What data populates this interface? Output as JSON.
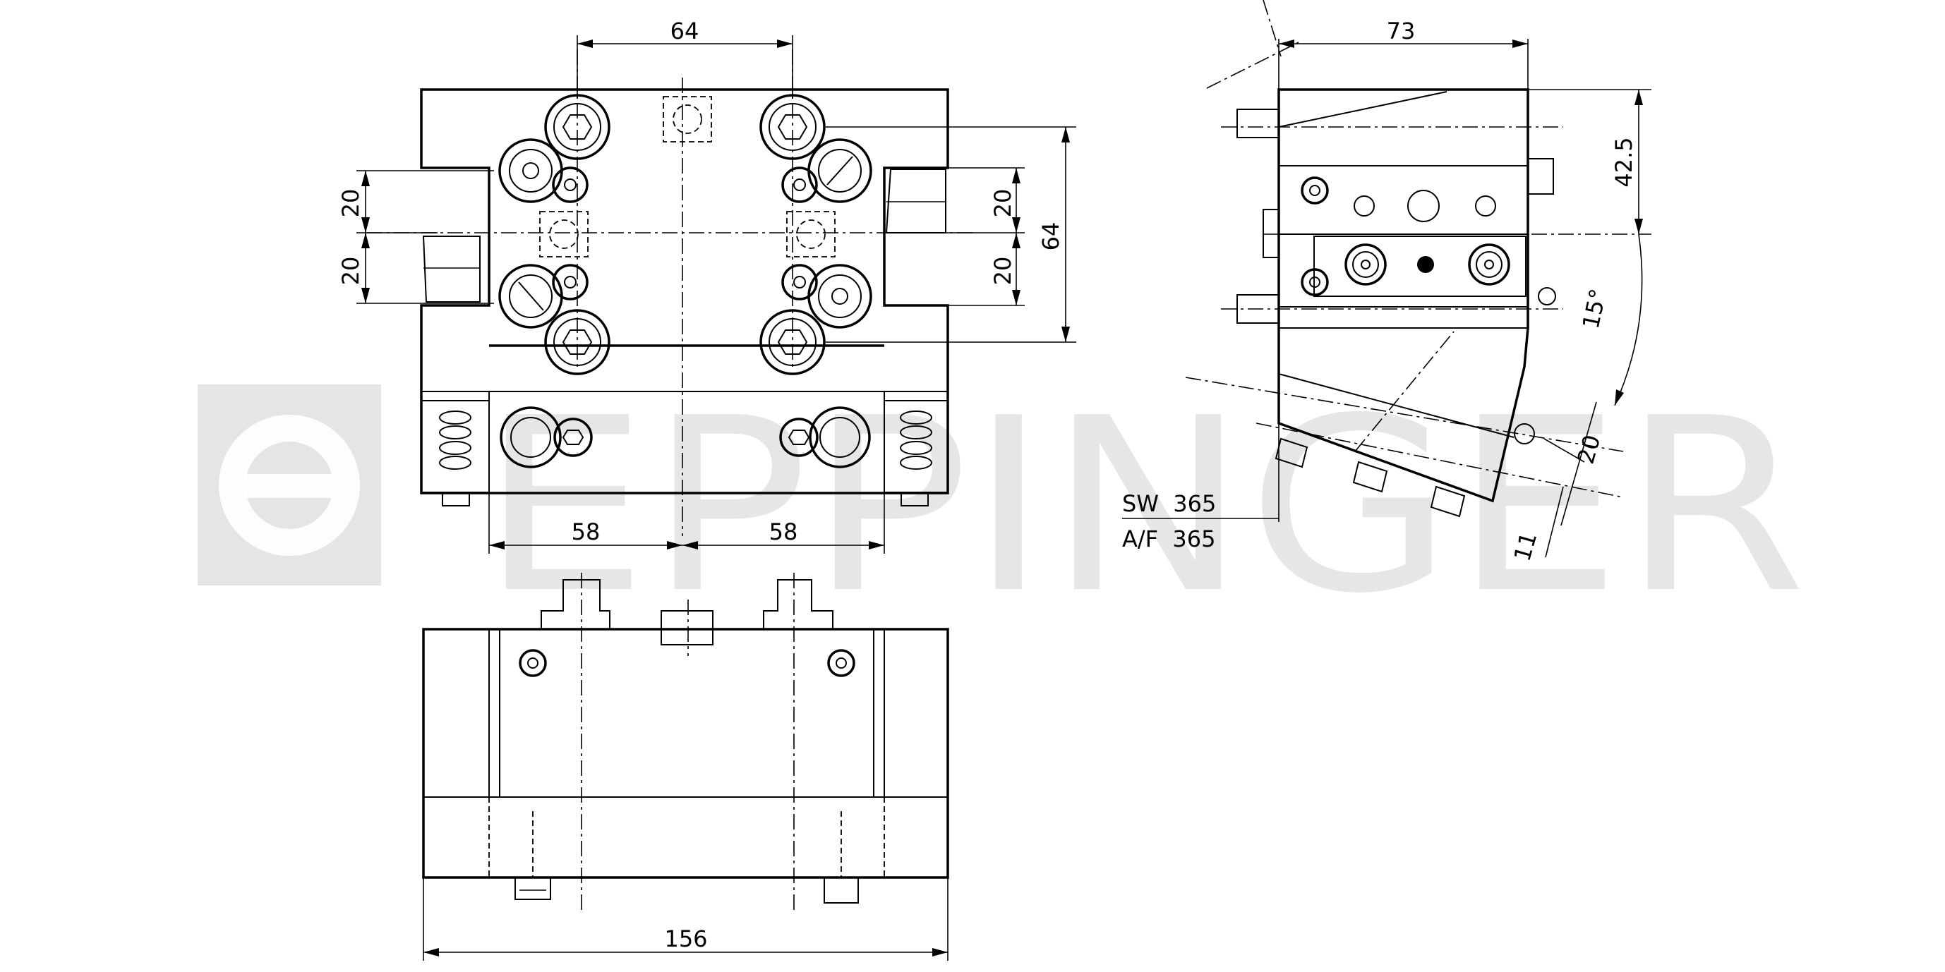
{
  "watermark": {
    "brand": "EPPINGER"
  },
  "dimensions": {
    "front_top_width": "64",
    "front_left_upper": "20",
    "front_left_lower": "20",
    "front_right_upper": "20",
    "front_right_lower": "20",
    "front_height": "64",
    "front_bottom_left": "58",
    "front_bottom_right": "58",
    "bottom_total_width": "156",
    "side_top_width": "73",
    "side_height": "42.5",
    "side_angle": "15°",
    "side_offset_20": "20",
    "side_offset_11": "11"
  },
  "annotations": {
    "wrench_size_de": "SW  365",
    "wrench_size_en": "A/F  365"
  }
}
